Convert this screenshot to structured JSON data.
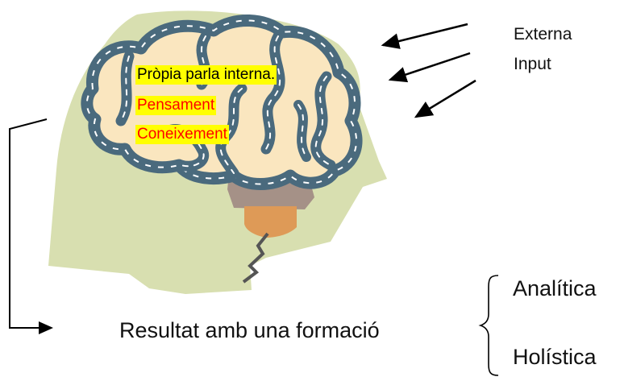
{
  "brain_text": {
    "line1": "Pròpia parla interna.",
    "line2": "Pensament",
    "line3": "Coneixement"
  },
  "inputs": {
    "externa": "Externa",
    "input": "Input"
  },
  "result": {
    "label": "Resultat amb una formació",
    "options": [
      "Analítica",
      "Holística"
    ]
  },
  "colors": {
    "head": "#d8dfb0",
    "brain_fill": "#fae6bf",
    "road": "#4a6a7d",
    "highlight": "#ffff00",
    "accent_text": "#ff0000",
    "brainstem": "#a59187",
    "spinal": "#de9a57"
  },
  "icons": [
    "arrow-icon",
    "brace-icon"
  ]
}
